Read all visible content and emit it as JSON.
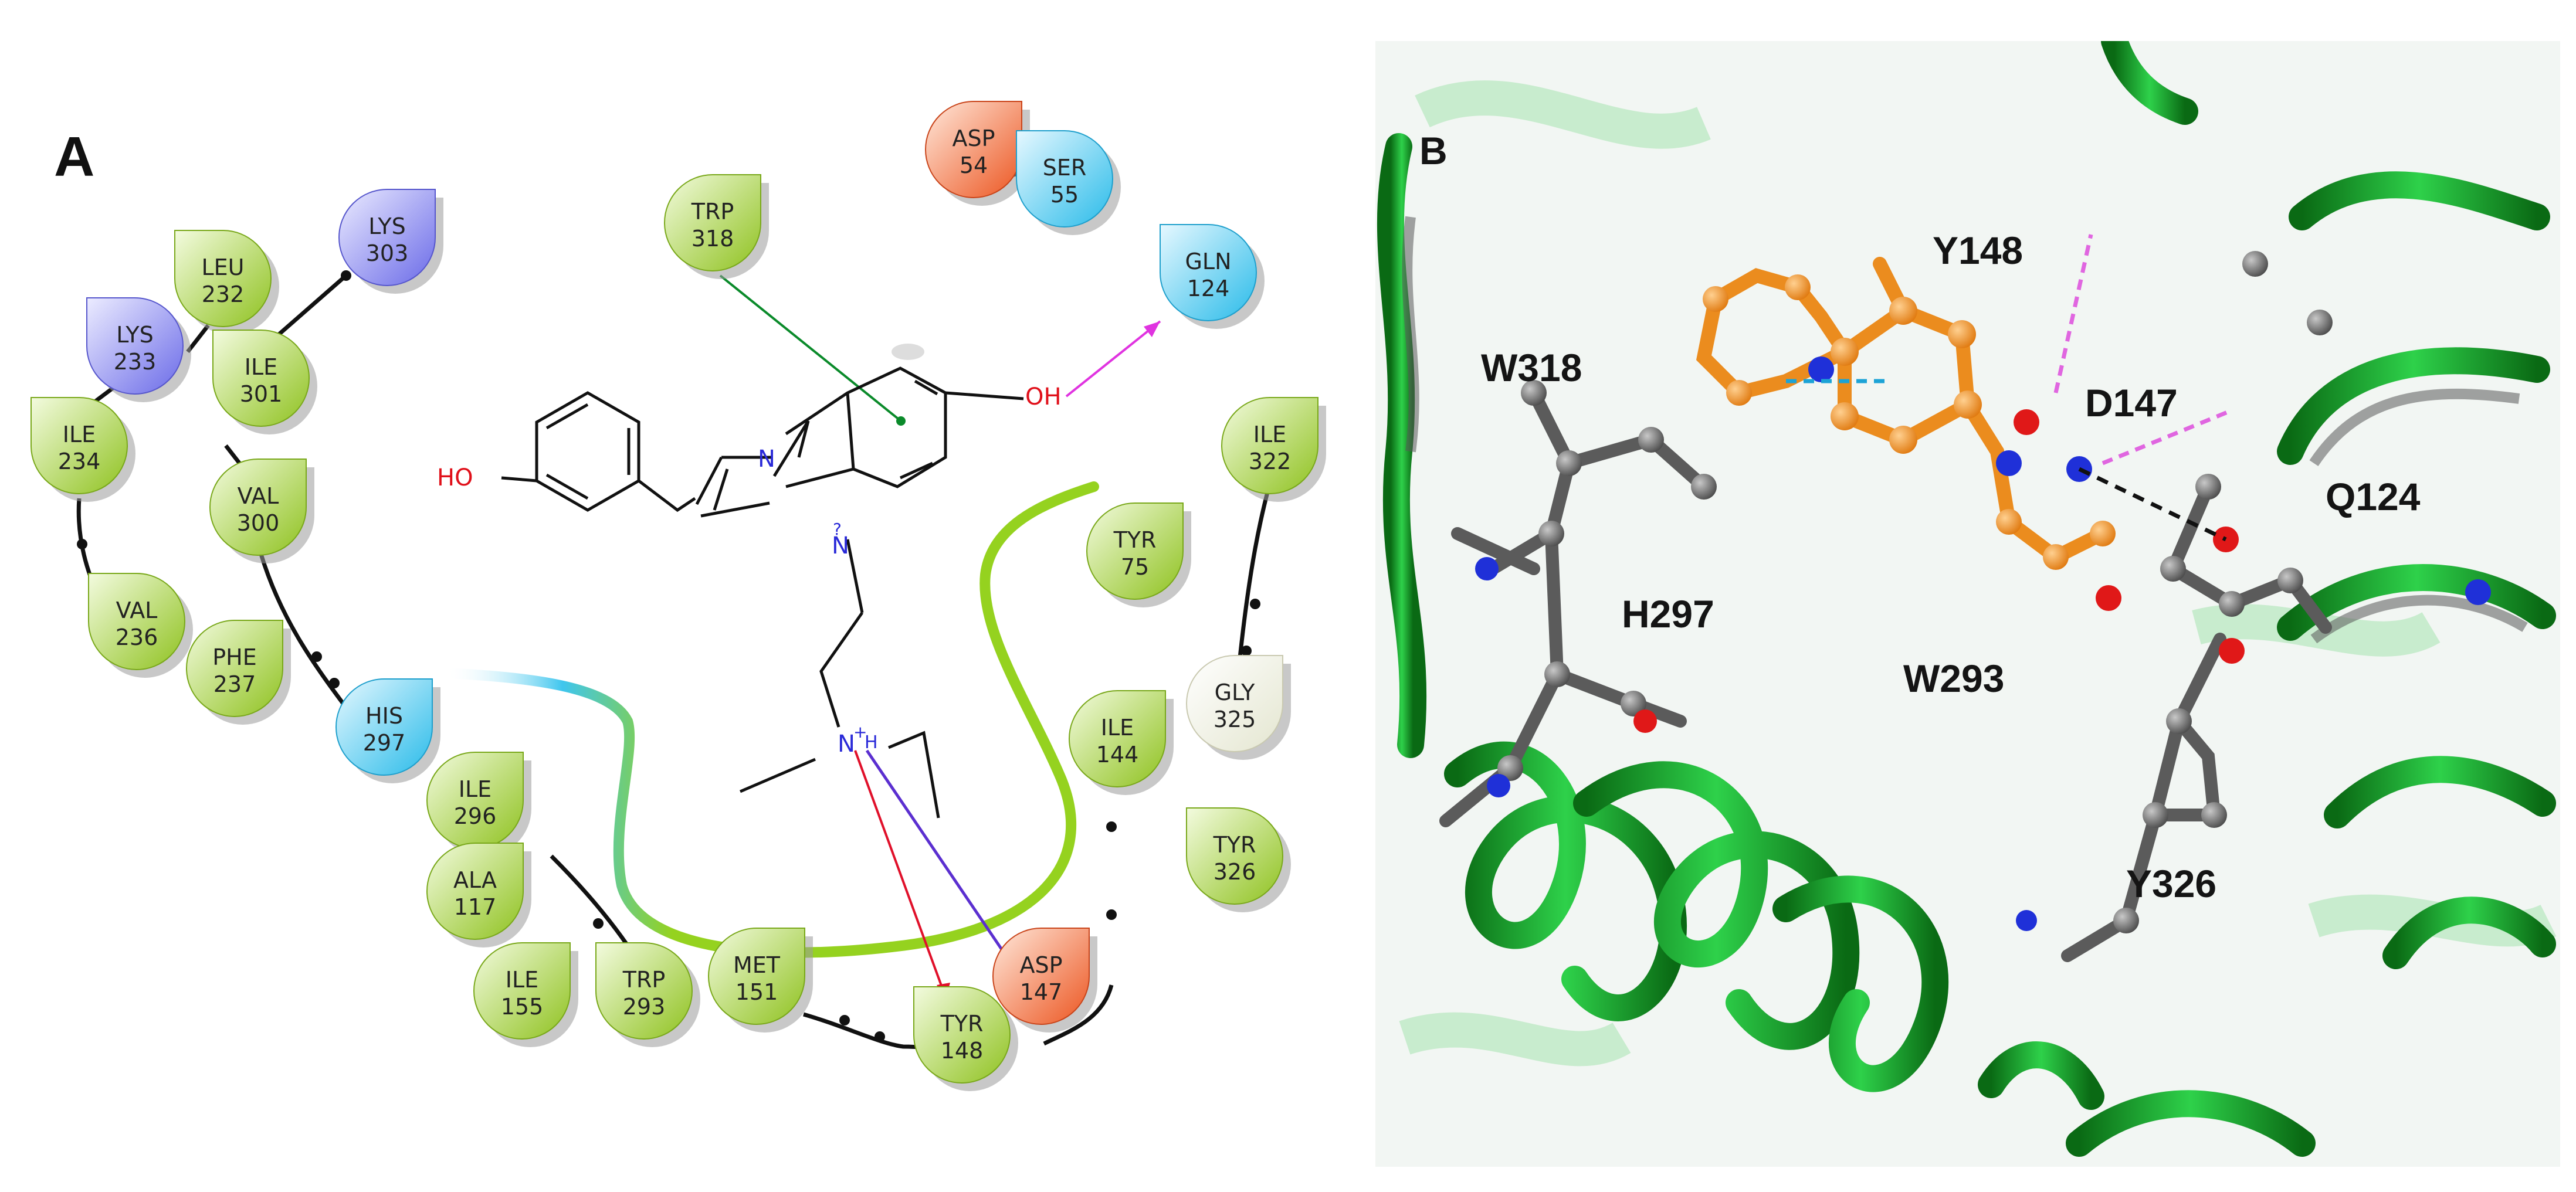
{
  "panel_a": {
    "label": "A",
    "residues": [
      {
        "name": "ASP",
        "num": "54",
        "type": "charged-neg"
      },
      {
        "name": "SER",
        "num": "55",
        "type": "polar"
      },
      {
        "name": "GLN",
        "num": "124",
        "type": "polar"
      },
      {
        "name": "TRP",
        "num": "318",
        "type": "hydrophobic"
      },
      {
        "name": "LYS",
        "num": "303",
        "type": "charged-pos"
      },
      {
        "name": "LEU",
        "num": "232",
        "type": "hydrophobic"
      },
      {
        "name": "LYS",
        "num": "233",
        "type": "charged-pos"
      },
      {
        "name": "ILE",
        "num": "301",
        "type": "hydrophobic"
      },
      {
        "name": "ILE",
        "num": "234",
        "type": "hydrophobic"
      },
      {
        "name": "VAL",
        "num": "300",
        "type": "hydrophobic"
      },
      {
        "name": "VAL",
        "num": "236",
        "type": "hydrophobic"
      },
      {
        "name": "PHE",
        "num": "237",
        "type": "hydrophobic"
      },
      {
        "name": "HIS",
        "num": "297",
        "type": "polar"
      },
      {
        "name": "ILE",
        "num": "296",
        "type": "hydrophobic"
      },
      {
        "name": "ALA",
        "num": "117",
        "type": "hydrophobic"
      },
      {
        "name": "ILE",
        "num": "155",
        "type": "hydrophobic"
      },
      {
        "name": "TRP",
        "num": "293",
        "type": "hydrophobic"
      },
      {
        "name": "MET",
        "num": "151",
        "type": "hydrophobic"
      },
      {
        "name": "TYR",
        "num": "148",
        "type": "hydrophobic"
      },
      {
        "name": "ASP",
        "num": "147",
        "type": "charged-neg"
      },
      {
        "name": "ILE",
        "num": "144",
        "type": "hydrophobic"
      },
      {
        "name": "GLY",
        "num": "325",
        "type": "glycine"
      },
      {
        "name": "TYR",
        "num": "326",
        "type": "hydrophobic"
      },
      {
        "name": "ILE",
        "num": "322",
        "type": "hydrophobic"
      },
      {
        "name": "TYR",
        "num": "75",
        "type": "hydrophobic"
      }
    ],
    "atoms": {
      "ho_left": "HO",
      "oh_right": "OH",
      "n_ring_top": "N",
      "n_ring_bottom": "N",
      "n_ring_bottom_mark": "?",
      "amine_n": "N",
      "amine_charge": "+",
      "amine_h": "H"
    },
    "colors": {
      "hydrophobic": "#9ed12f",
      "polar": "#3fc6ee",
      "charged_pos": "#7b7bf0",
      "charged_neg": "#f0622a",
      "glycine": "#f1f2e2",
      "pi_stacking": "#0a8a2a",
      "hbond": "#e033e0",
      "salt_bridge": "#5b2fd0",
      "pi_cation": "#e0102a"
    }
  },
  "panel_b": {
    "label": "B",
    "residue_labels": [
      "Y148",
      "W318",
      "D147",
      "Q124",
      "H297",
      "W293",
      "Y326"
    ]
  }
}
